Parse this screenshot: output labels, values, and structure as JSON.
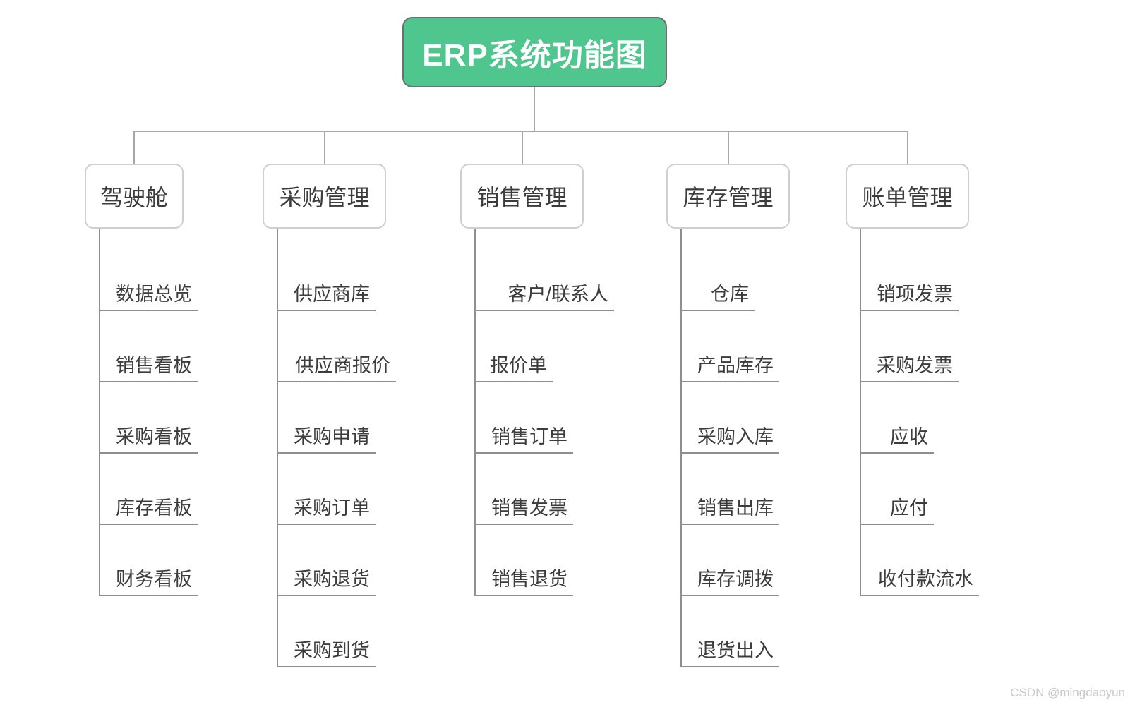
{
  "diagram": {
    "title": "ERP系统功能图",
    "accent_color": "#4ec68d",
    "line_color": "#a8a8a8",
    "branches": [
      {
        "label": "驾驶舱",
        "items": [
          "数据总览",
          "销售看板",
          "采购看板",
          "库存看板",
          "财务看板"
        ]
      },
      {
        "label": "采购管理",
        "items": [
          "供应商库",
          "供应商报价",
          "采购申请",
          "采购订单",
          "采购退货",
          "采购到货"
        ]
      },
      {
        "label": "销售管理",
        "items": [
          "客户/联系人",
          "报价单",
          "销售订单",
          "销售发票",
          "销售退货"
        ]
      },
      {
        "label": "库存管理",
        "items": [
          "仓库",
          "产品库存",
          "采购入库",
          "销售出库",
          "库存调拨",
          "退货出入"
        ]
      },
      {
        "label": "账单管理",
        "items": [
          "销项发票",
          "采购发票",
          "应收",
          "应付",
          "收付款流水"
        ]
      }
    ]
  },
  "watermark": {
    "text": "CSDN @mingdaoyun"
  }
}
